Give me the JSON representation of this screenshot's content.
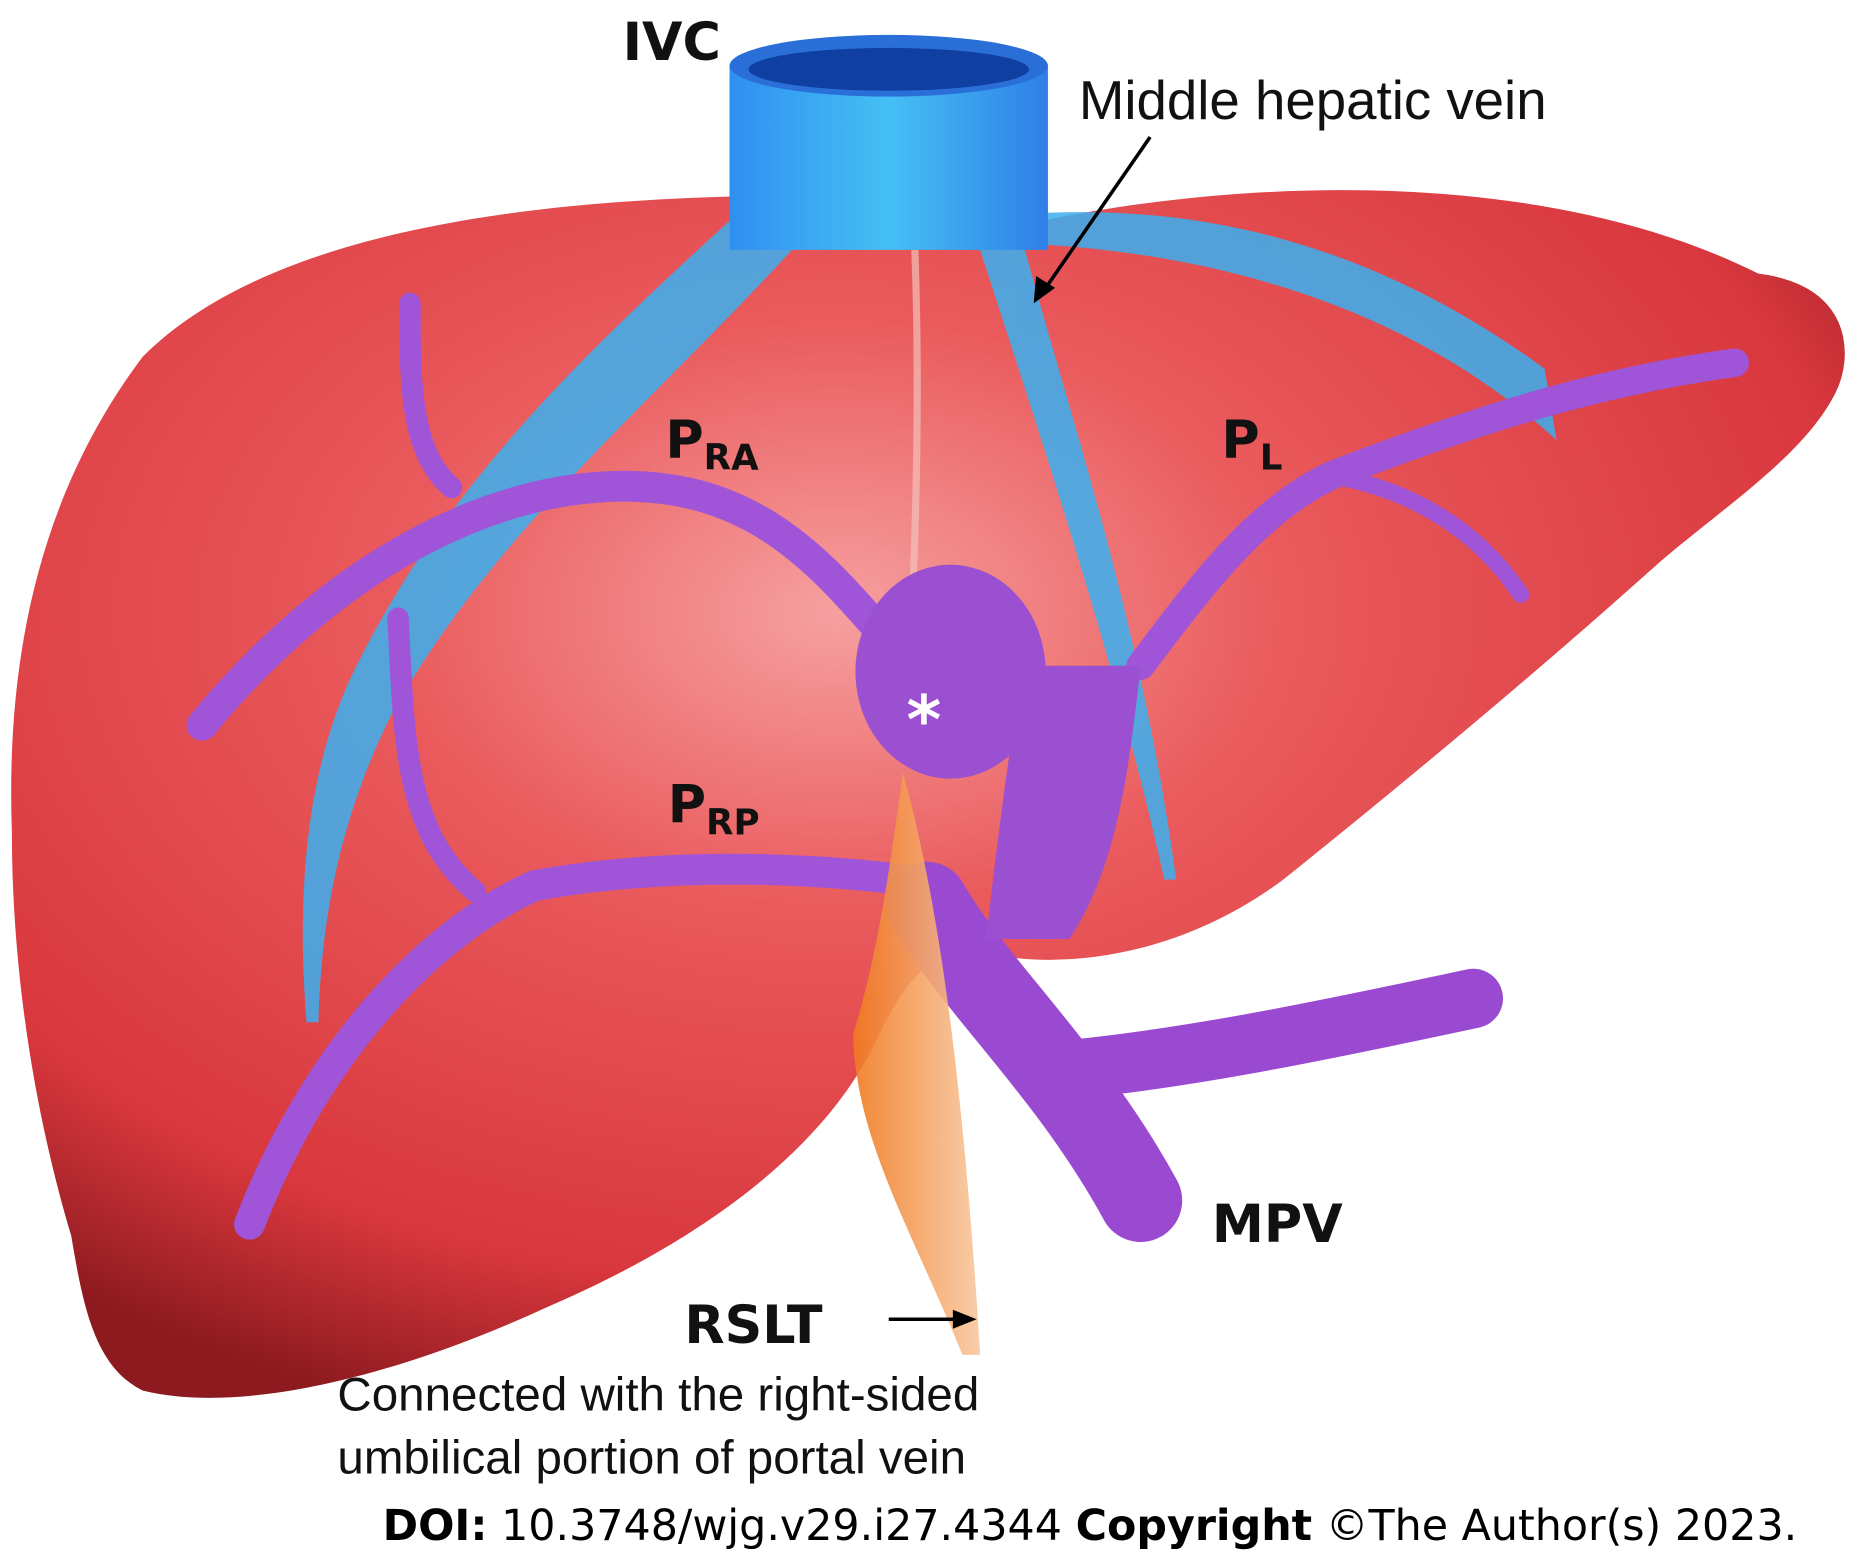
{
  "figure": {
    "labels": {
      "ivc": "IVC",
      "middle_hepatic_vein": "Middle hepatic vein",
      "p_ra_main": "P",
      "p_ra_sub": "RA",
      "p_l_main": "P",
      "p_l_sub": "L",
      "p_rp_main": "P",
      "p_rp_sub": "RP",
      "asterisk": "*",
      "mpv": "MPV",
      "rslt": "RSLT"
    },
    "caption_lines": [
      "Connected with the right-sided",
      "umbilical portion of portal vein"
    ],
    "footer": {
      "doi_label": "DOI:",
      "doi_value": "10.3748/wjg.v29.i27.4344",
      "copyright_label": "Copyright",
      "copyright_value": "©The Author(s) 2023."
    },
    "colors": {
      "liver": "#e0484c",
      "hepatic_vein": "#3ab0f0",
      "portal_vein": "#a05ad8",
      "rslt": "#f08a3a"
    }
  }
}
